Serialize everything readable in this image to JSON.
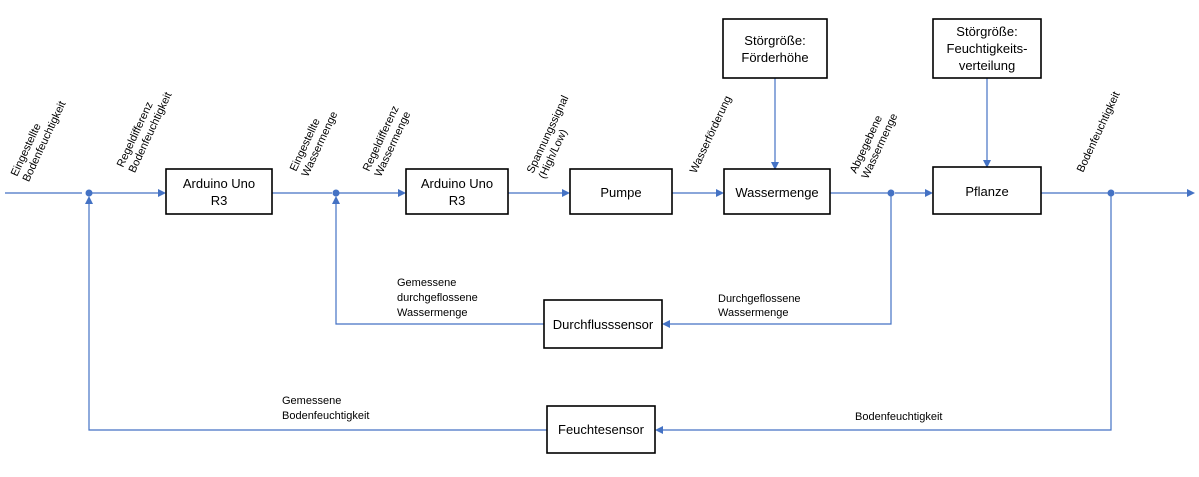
{
  "blocks": {
    "controller_1": [
      "Arduino Uno",
      "R3"
    ],
    "controller_2": [
      "Arduino Uno",
      "R3"
    ],
    "pump": [
      "Pumpe"
    ],
    "water_amount": [
      "Wassermenge"
    ],
    "plant": [
      "Pflanze"
    ],
    "disturbance_1": [
      "Störgröße:",
      "Förderhöhe"
    ],
    "disturbance_2": [
      "Störgröße:",
      "Feuchtigkeits-",
      "verteilung"
    ],
    "flow_sensor": [
      "Durchflusssensor"
    ],
    "moisture_sensor": [
      "Feuchtesensor"
    ]
  },
  "signals": {
    "setpoint": [
      "Eingestellte",
      "Bodenfeuchtigkeit"
    ],
    "error_1": [
      "Regeldifferenz",
      "Bodenfeuchtigkeit"
    ],
    "setpoint_water": [
      "Eingestellte",
      "Wassermenge"
    ],
    "error_2": [
      "Regeldifferenz",
      "Wassermenge"
    ],
    "voltage": [
      "Spannungssignal",
      "(High/Low)"
    ],
    "delivery": [
      "Wasserförderung"
    ],
    "delivered_amount": [
      "Abgegebene",
      "Wassermenge"
    ],
    "soil_moisture": [
      "Bodenfeuchtigkeit"
    ],
    "flow_in": [
      "Durchgeflossene",
      "Wassermenge"
    ],
    "flow_measured": [
      "Gemessene",
      "durchgeflossene",
      "Wassermenge"
    ],
    "moisture_in": [
      "Bodenfeuchtigkeit"
    ],
    "moisture_measured": [
      "Gemessene",
      "Bodenfeuchtigkeit"
    ]
  },
  "colors": {
    "line": "#4472c4",
    "box_border": "#000000",
    "background": "#ffffff"
  }
}
